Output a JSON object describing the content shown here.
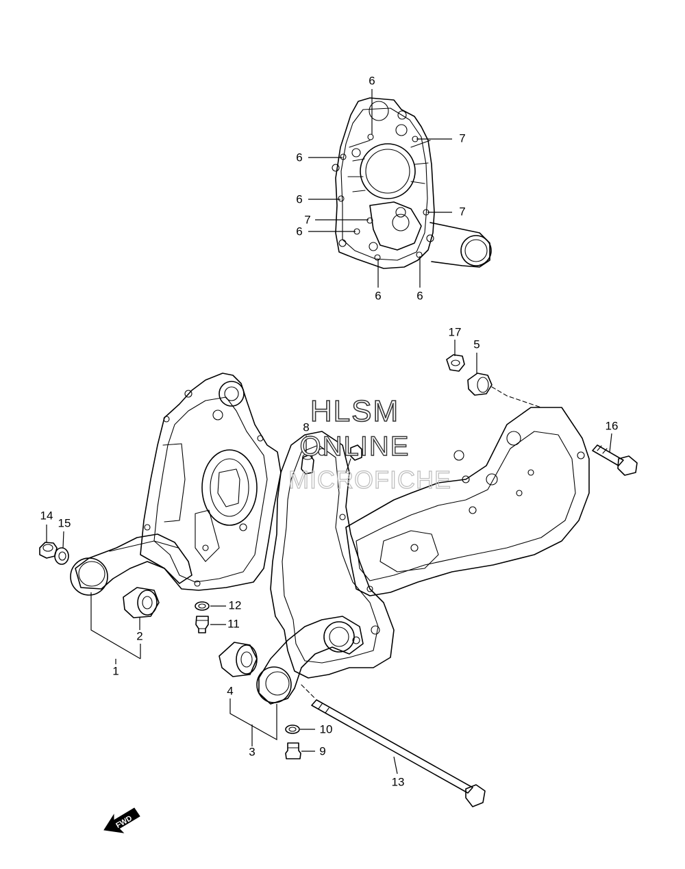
{
  "watermark": {
    "line1": "HLSM",
    "line2": "ONLINE",
    "line3": "MICROFICHE"
  },
  "fwd_label": "FWD",
  "callouts": {
    "c1": "1",
    "c2": "2",
    "c3": "3",
    "c4": "4",
    "c5": "5",
    "c6a": "6",
    "c6b": "6",
    "c6c": "6",
    "c6d": "6",
    "c6e": "6",
    "c6f": "6",
    "c7a": "7",
    "c7b": "7",
    "c7c": "7",
    "c8": "8",
    "c9": "9",
    "c10": "10",
    "c11": "11",
    "c12": "12",
    "c13": "13",
    "c14": "14",
    "c15": "15",
    "c16": "16",
    "c17": "17"
  }
}
